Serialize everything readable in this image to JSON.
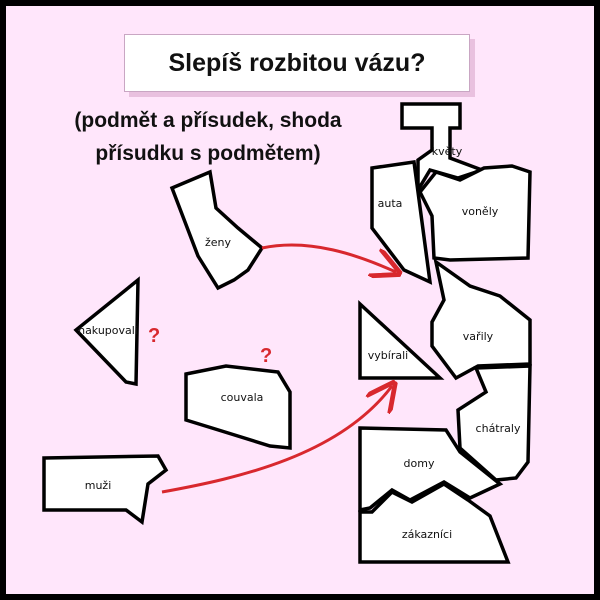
{
  "title": "Slepíš rozbitou vázu?",
  "subtitle_lines": [
    "(podmět a přísudek, shoda",
    "přísudku s podmětem)"
  ],
  "loose_pieces": {
    "zeny": "ženy",
    "nakupovali": "nakupovali",
    "couvala": "couvala",
    "muzi": "muži"
  },
  "vase_pieces": {
    "kvety": "květy",
    "auta": "auta",
    "venely": "voněly",
    "vybirali": "vybírali",
    "varily": "vařily",
    "chatraly": "chátraly",
    "domy": "domy",
    "zakaznici": "zákazníci"
  },
  "question_mark": "?",
  "colors": {
    "background": "#ffe6fb",
    "frame": "#000000",
    "arrow": "#d8282e",
    "question_mark": "#d8282e",
    "title_shadow": "#e9c1df"
  }
}
